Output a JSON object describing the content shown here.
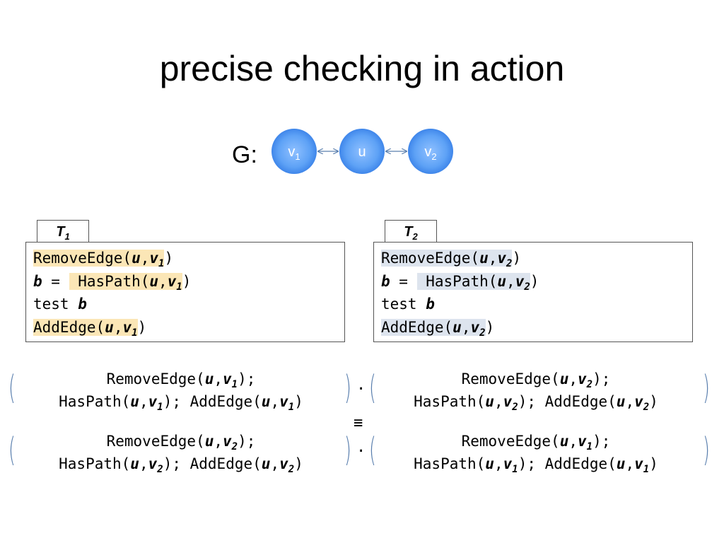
{
  "title": "precise checking in action",
  "graph": {
    "label": "G:",
    "nodes": [
      {
        "id": "v1",
        "base": "v",
        "sub": "1"
      },
      {
        "id": "u",
        "base": "u",
        "sub": ""
      },
      {
        "id": "v2",
        "base": "v",
        "sub": "2"
      }
    ],
    "edges": [
      [
        "v1",
        "u"
      ],
      [
        "u",
        "v2"
      ]
    ],
    "node_color": "#4a90f0"
  },
  "transactions": [
    {
      "name": "T",
      "sub": "1",
      "highlight": "#fbe6b6",
      "lines": [
        {
          "pre": "",
          "hl": "RemoveEdge(",
          "args": [
            "u",
            "v",
            "1"
          ],
          "post": ")"
        },
        {
          "pre": "b",
          "eq": " = ",
          "hl": " HasPath(",
          "args": [
            "u",
            "v",
            "1"
          ],
          "post": ")"
        },
        {
          "pre": "test ",
          "var": "b"
        },
        {
          "pre": "",
          "hl": "AddEdge(",
          "args": [
            "u",
            "v",
            "1"
          ],
          "post": ")"
        }
      ]
    },
    {
      "name": "T",
      "sub": "2",
      "highlight": "#dde4ee",
      "lines": [
        {
          "pre": "",
          "hl": "RemoveEdge(",
          "args": [
            "u",
            "v",
            "2"
          ],
          "post": ")"
        },
        {
          "pre": "b",
          "eq": " = ",
          "hl": " HasPath(",
          "args": [
            "u",
            "v",
            "2"
          ],
          "post": ")"
        },
        {
          "pre": "test ",
          "var": "b"
        },
        {
          "pre": "",
          "hl": "AddEdge(",
          "args": [
            "u",
            "v",
            "2"
          ],
          "post": ")"
        }
      ]
    }
  ],
  "equation": {
    "top_left": {
      "line1": "RemoveEdge",
      "line2a": "HasPath",
      "line2b": "AddEdge",
      "sub": "1"
    },
    "top_right": {
      "line1": "RemoveEdge",
      "line2a": "HasPath",
      "line2b": "AddEdge",
      "sub": "2"
    },
    "bottom_left": {
      "line1": "RemoveEdge",
      "line2a": "HasPath",
      "line2b": "AddEdge",
      "sub": "2"
    },
    "bottom_right": {
      "line1": "RemoveEdge",
      "line2a": "HasPath",
      "line2b": "AddEdge",
      "sub": "1"
    },
    "compose_op": "·",
    "equiv_op": "≡",
    "paren_color": "#5a7fae"
  }
}
